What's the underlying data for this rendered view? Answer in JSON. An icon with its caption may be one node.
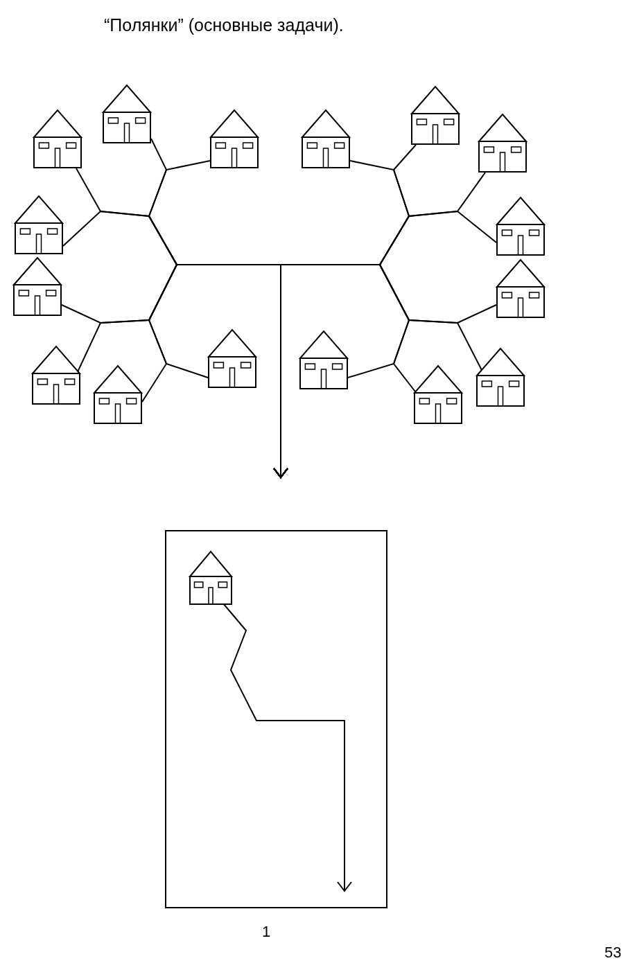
{
  "diagram": {
    "title": "“Полянки” (основные задачи).",
    "nodes": [
      {
        "text": [],
        "shape": "picture"
      },
      {
        "text": [],
        "shape": "picture"
      },
      {
        "text": [],
        "shape": "picture"
      },
      {
        "text": [],
        "shape": "picture"
      },
      {
        "text": [],
        "shape": "picture"
      },
      {
        "text": [],
        "shape": "picture"
      },
      {
        "text": [],
        "shape": "picture"
      },
      {
        "text": [],
        "shape": "picture"
      },
      {
        "text": [],
        "shape": "picture"
      },
      {
        "text": [],
        "shape": "picture"
      },
      {
        "text": [],
        "shape": "picture"
      },
      {
        "text": [],
        "shape": "picture"
      },
      {
        "text": [],
        "shape": "picture"
      },
      {
        "text": [],
        "shape": "picture"
      },
      {
        "text": [],
        "shape": "picture"
      },
      {
        "text": [],
        "shape": "picture"
      },
      {
        "text": [],
        "shape": "box"
      },
      {
        "text": [],
        "shape": "picture",
        "in": 16
      }
    ],
    "edges": [
      {
        "from": 0,
        "to": null,
        "arrow": "to"
      },
      {
        "from": 1,
        "to": null,
        "arrow": "to"
      },
      {
        "from": 2,
        "to": null,
        "arrow": "to"
      },
      {
        "from": 3,
        "to": null,
        "arrow": "to"
      },
      {
        "from": 4,
        "to": null,
        "arrow": "to"
      },
      {
        "from": 5,
        "to": null,
        "arrow": "to"
      },
      {
        "from": 6,
        "to": null,
        "arrow": "to"
      },
      {
        "from": 7,
        "to": null,
        "arrow": "to"
      },
      {
        "from": 8,
        "to": null,
        "arrow": "to"
      },
      {
        "from": 9,
        "to": null,
        "arrow": "to"
      },
      {
        "from": 10,
        "to": null,
        "arrow": "to"
      },
      {
        "from": 11,
        "to": null,
        "arrow": "to"
      },
      {
        "from": 12,
        "to": null,
        "arrow": "to"
      },
      {
        "from": 13,
        "to": null,
        "arrow": "to"
      },
      {
        "from": 14,
        "to": null,
        "arrow": "to"
      },
      {
        "from": 15,
        "to": null,
        "arrow": "to"
      },
      {
        "from": 17,
        "to": null,
        "arrow": "to"
      }
    ],
    "labels": [
      "1",
      "53"
    ]
  }
}
